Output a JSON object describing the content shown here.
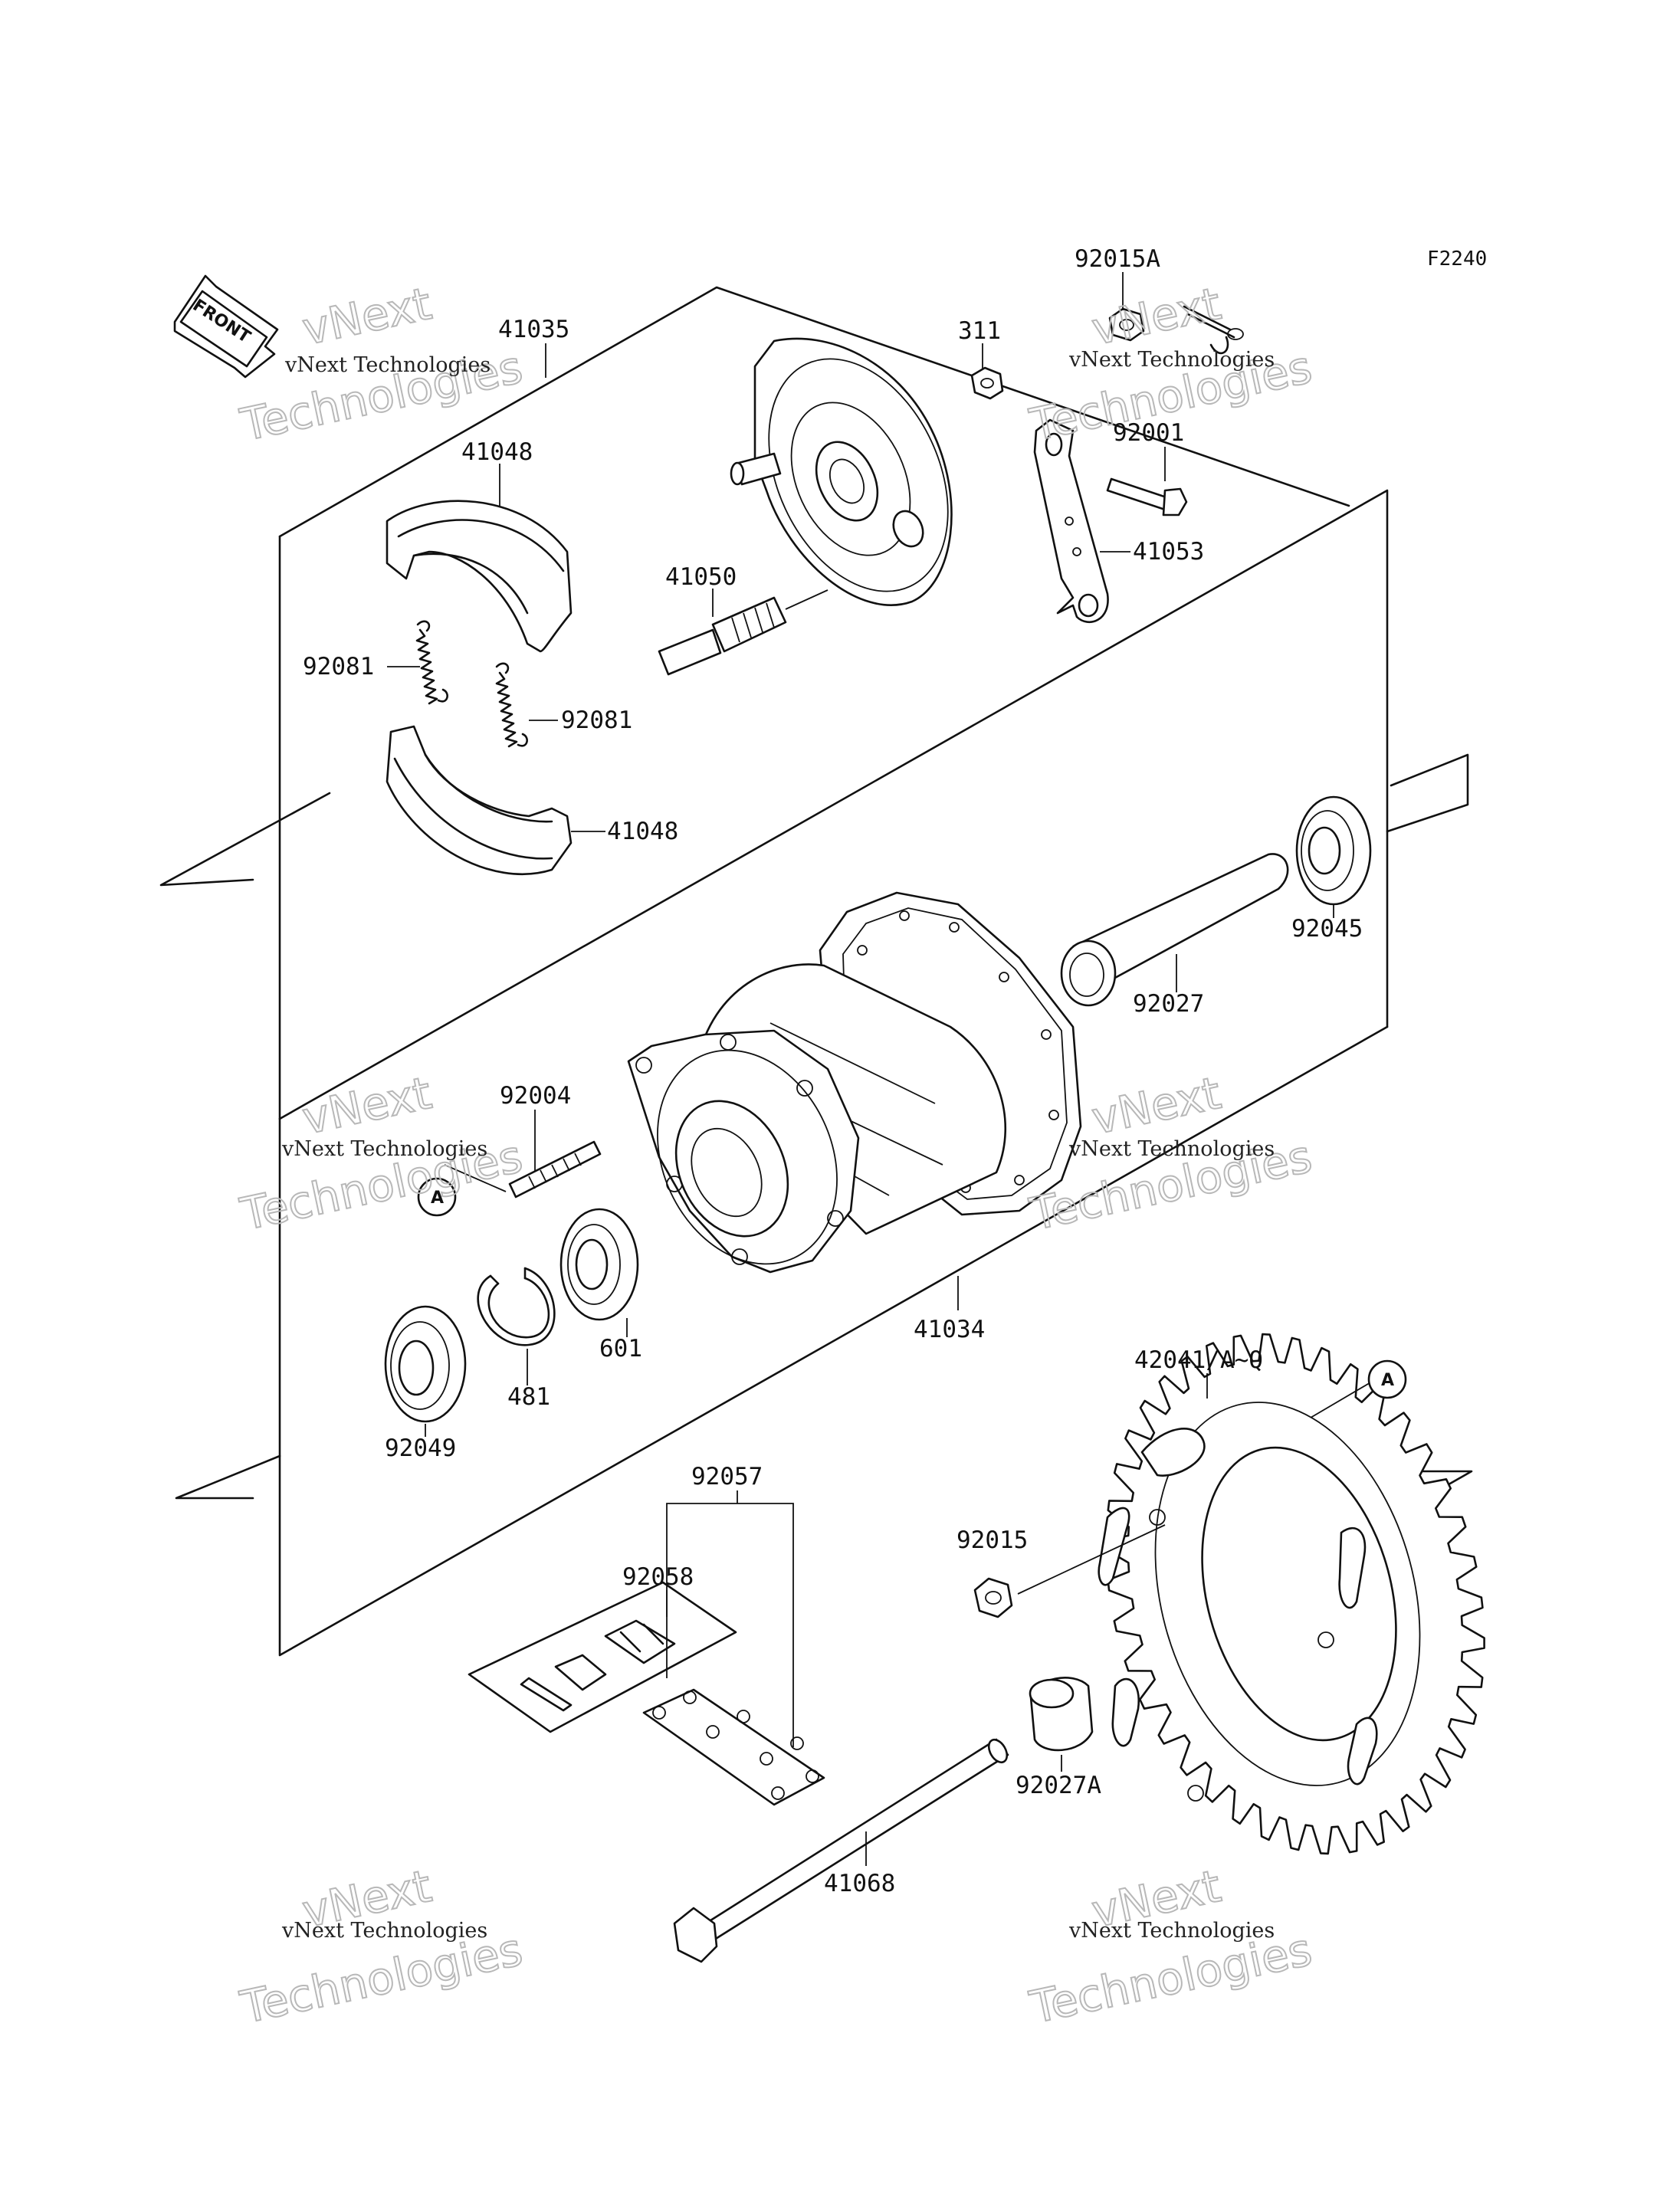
{
  "figure_id": "F2240",
  "front_label": "FRONT",
  "watermark": {
    "line1": "vNext Technologies",
    "line2": "vNext",
    "line3": "Technologies"
  },
  "ref_marker": "A",
  "parts": {
    "p41035": "41035",
    "p41048a": "41048",
    "p41048b": "41048",
    "p92081a": "92081",
    "p92081b": "92081",
    "p41050": "41050",
    "p92015A": "92015A",
    "p311": "311",
    "p92001": "92001",
    "p41053": "41053",
    "p92045": "92045",
    "p92027": "92027",
    "p92004": "92004",
    "p41034": "41034",
    "p601": "601",
    "p481": "481",
    "p92049": "92049",
    "p42041": "42041/A~Q",
    "p92057": "92057",
    "p92058": "92058",
    "p92015": "92015",
    "p92027A": "92027A",
    "p41068": "41068"
  }
}
